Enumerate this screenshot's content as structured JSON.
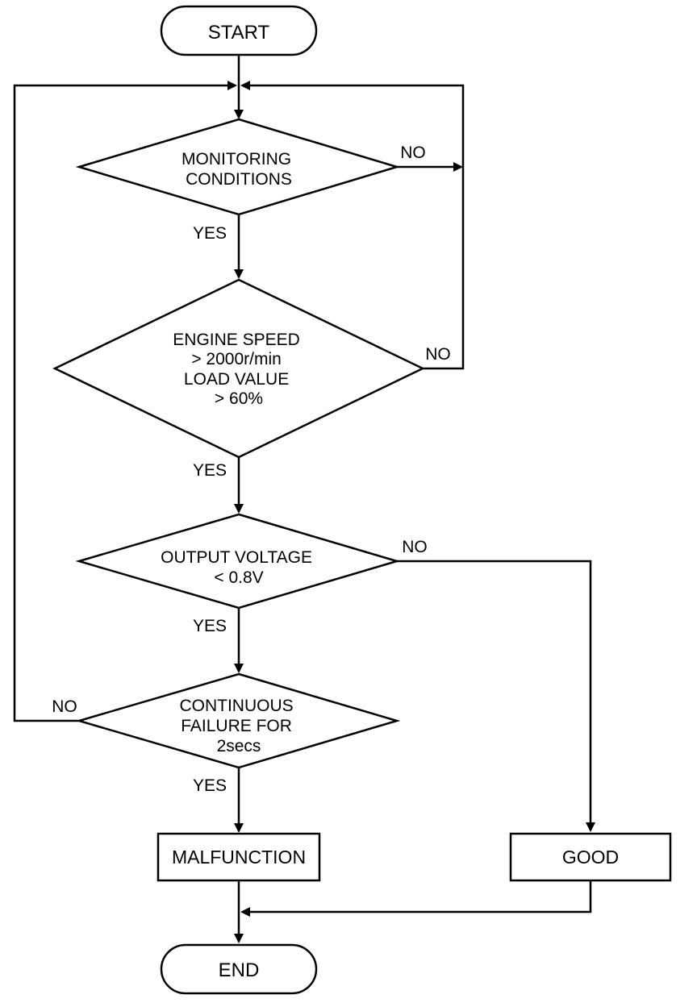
{
  "flowchart": {
    "start": "START",
    "end": "END",
    "decisions": [
      {
        "lines": [
          "MONITORING",
          "CONDITIONS"
        ],
        "yes": "YES",
        "no": "NO"
      },
      {
        "lines": [
          "ENGINE SPEED",
          "> 2000r/min",
          "LOAD VALUE",
          "> 60%"
        ],
        "yes": "YES",
        "no": "NO"
      },
      {
        "lines": [
          "OUTPUT VOLTAGE",
          "< 0.8V"
        ],
        "yes": "YES",
        "no": "NO"
      },
      {
        "lines": [
          "CONTINUOUS",
          "FAILURE FOR",
          "2secs"
        ],
        "yes": "YES",
        "no": "NO"
      }
    ],
    "process_malfunction": "MALFUNCTION",
    "process_good": "GOOD"
  }
}
